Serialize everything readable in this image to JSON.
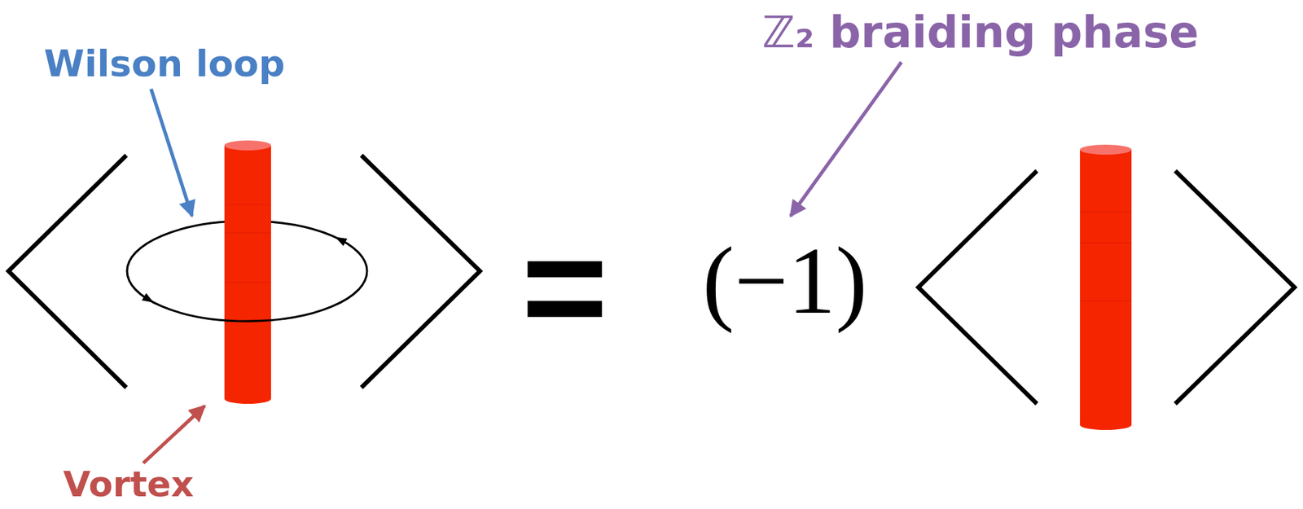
{
  "diagram": {
    "labels": [
      "Wilson loop",
      "ℤ₂ braiding phase",
      "=",
      "(−1)",
      "Vortex"
    ]
  }
}
